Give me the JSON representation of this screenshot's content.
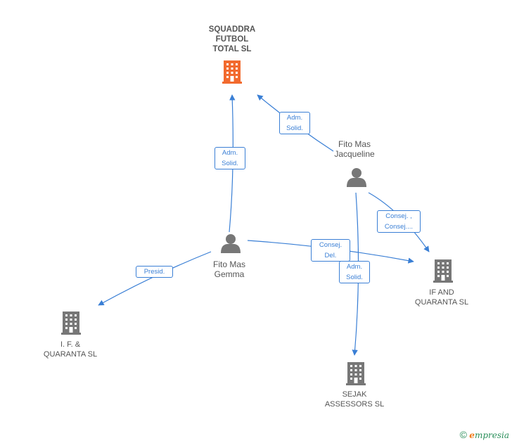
{
  "nodes": {
    "squaddra": {
      "label": "SQUADDRA\nFUTBOL\nTOTAL  SL",
      "type": "company-main"
    },
    "fito_jacqueline": {
      "label": "Fito Mas\nJacqueline",
      "type": "person"
    },
    "fito_gemma": {
      "label": "Fito Mas\nGemma",
      "type": "person"
    },
    "if_and_quaranta": {
      "label": "IF AND\nQUARANTA SL",
      "type": "company"
    },
    "if_quaranta": {
      "label": "I. F. &\nQUARANTA  SL",
      "type": "company"
    },
    "sejak": {
      "label": "SEJAK\nASSESSORS SL",
      "type": "company"
    }
  },
  "edges": [
    {
      "from": "fito_jacqueline",
      "to": "squaddra",
      "label": "Adm.\nSolid."
    },
    {
      "from": "fito_gemma",
      "to": "squaddra",
      "label": "Adm.\nSolid."
    },
    {
      "from": "fito_jacqueline",
      "to": "if_and_quaranta",
      "label": "Consej. ,\nConsej...."
    },
    {
      "from": "fito_gemma",
      "to": "if_and_quaranta",
      "label": "Consej.\nDel."
    },
    {
      "from": "fito_jacqueline",
      "to": "sejak",
      "label": "Adm.\nSolid."
    },
    {
      "from": "fito_gemma",
      "to": "if_quaranta",
      "label": "Presid."
    }
  ],
  "colors": {
    "edge": "#3a7fd5",
    "company_main": "#f26a2e",
    "company": "#777777",
    "person": "#777777"
  },
  "brand": {
    "copyright": "©",
    "initial": "e",
    "name": "mpresia"
  }
}
